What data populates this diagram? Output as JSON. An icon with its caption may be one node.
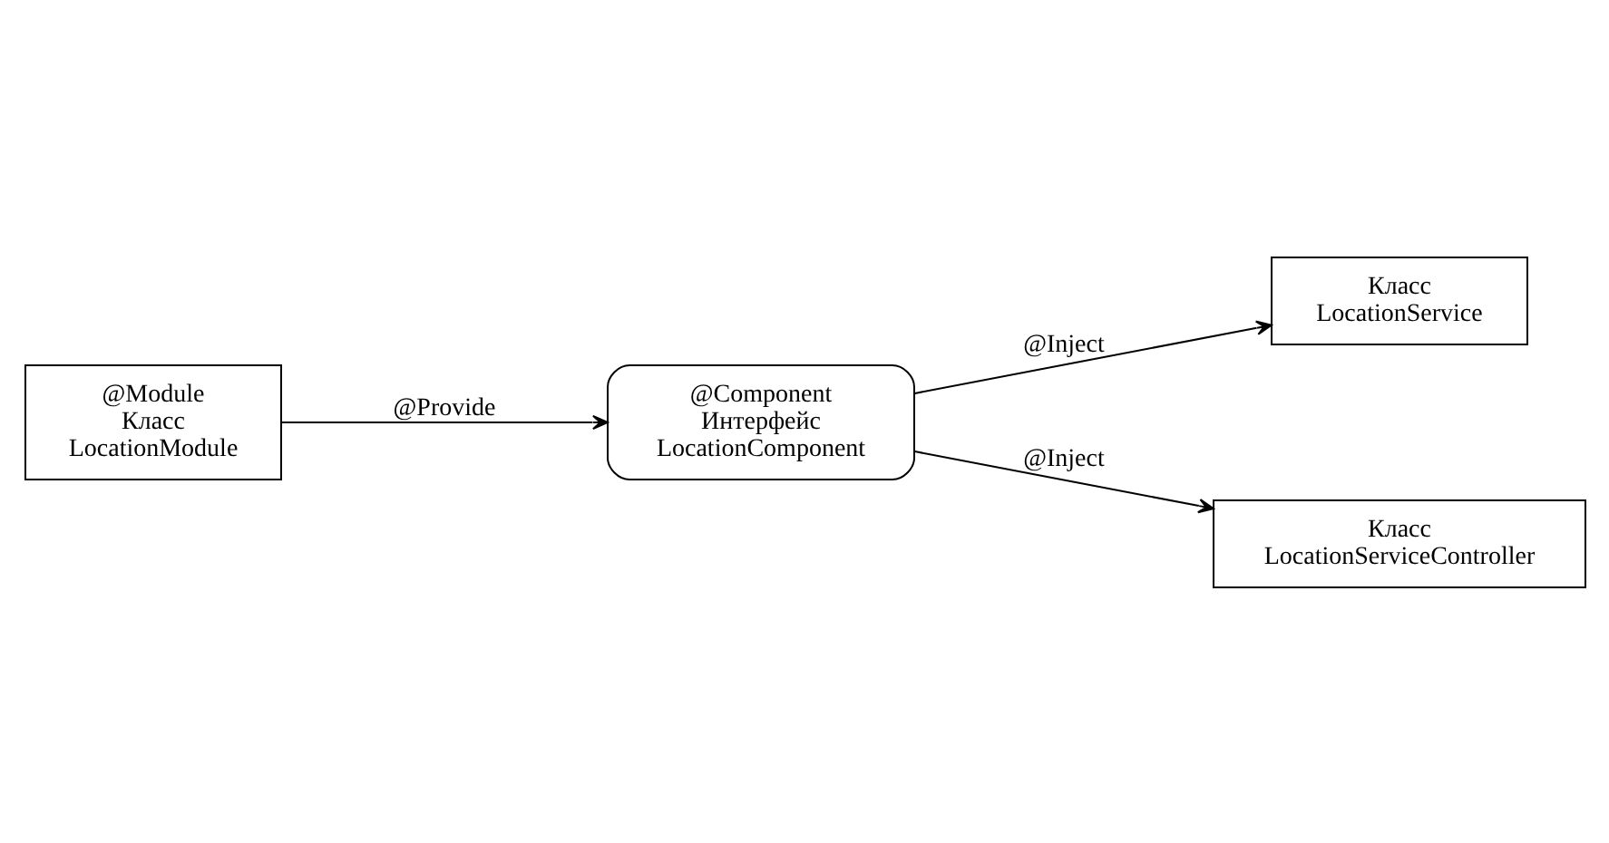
{
  "diagram": {
    "nodes": [
      {
        "text": [
          "@Module",
          "Класс LocationModule"
        ]
      },
      {
        "text": [
          "@Component",
          "Интерфейс LocationComponent"
        ]
      },
      {
        "text": [
          "Класс LocationService"
        ]
      },
      {
        "text": [
          "Класс LocationServiceController"
        ]
      }
    ],
    "edges": [
      {
        "from": 0,
        "to": 1,
        "arrow": "to",
        "label": "@Provide"
      },
      {
        "from": 1,
        "to": 2,
        "arrow": "to",
        "label": "@Inject"
      },
      {
        "from": 1,
        "to": 3,
        "arrow": "to",
        "label": "@Inject"
      }
    ]
  }
}
